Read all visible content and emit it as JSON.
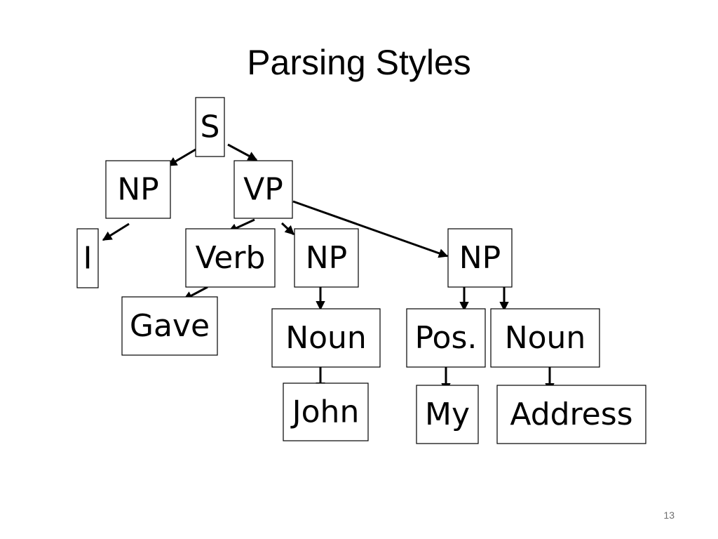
{
  "slide": {
    "title": "Parsing Styles",
    "page_number": "13"
  },
  "tree": {
    "nodes": [
      {
        "id": "s",
        "label": "S"
      },
      {
        "id": "np1",
        "label": "NP"
      },
      {
        "id": "vp",
        "label": "VP"
      },
      {
        "id": "i",
        "label": "I"
      },
      {
        "id": "verb",
        "label": "Verb"
      },
      {
        "id": "np2",
        "label": "NP"
      },
      {
        "id": "np3",
        "label": "NP"
      },
      {
        "id": "gave",
        "label": "Gave"
      },
      {
        "id": "noun1",
        "label": "Noun"
      },
      {
        "id": "pos",
        "label": "Pos."
      },
      {
        "id": "noun2",
        "label": "Noun"
      },
      {
        "id": "john",
        "label": "John"
      },
      {
        "id": "my",
        "label": "My"
      },
      {
        "id": "address",
        "label": "Address"
      }
    ],
    "edges": [
      [
        "s",
        "np1"
      ],
      [
        "s",
        "vp"
      ],
      [
        "np1",
        "i"
      ],
      [
        "vp",
        "verb"
      ],
      [
        "vp",
        "np2"
      ],
      [
        "vp",
        "np3"
      ],
      [
        "verb",
        "gave"
      ],
      [
        "np2",
        "noun1"
      ],
      [
        "np3",
        "pos"
      ],
      [
        "np3",
        "noun2"
      ],
      [
        "noun1",
        "john"
      ],
      [
        "pos",
        "my"
      ],
      [
        "noun2",
        "address"
      ]
    ],
    "colors": {
      "stroke": "#000000",
      "fill": "#ffffff"
    }
  }
}
